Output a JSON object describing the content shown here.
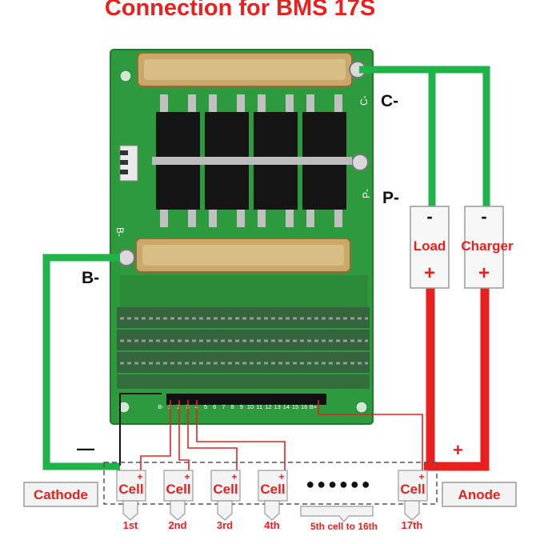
{
  "title": "Connection for BMS 17S",
  "terminals": {
    "c_minus": "C-",
    "p_minus": "P-",
    "b_minus": "B-"
  },
  "board_silkscreen": {
    "c": "C-",
    "p": "P-",
    "b": "B-"
  },
  "devices": {
    "load": {
      "label": "Load",
      "neg": "-",
      "pos": "+"
    },
    "charger": {
      "label": "Charger",
      "neg": "-",
      "pos": "+"
    }
  },
  "battery": {
    "cathode": "Cathode",
    "anode": "Anode",
    "minus_sign": "—",
    "plus_sign": "+",
    "dots": "●●●●●●",
    "cells": [
      {
        "label": "Cell",
        "plus": "+",
        "caption": "1st"
      },
      {
        "label": "Cell",
        "plus": "+",
        "caption": "2nd"
      },
      {
        "label": "Cell",
        "plus": "+",
        "caption": "3rd"
      },
      {
        "label": "Cell",
        "plus": "+",
        "caption": "4th"
      },
      {
        "label": "Cell",
        "plus": "+",
        "caption": "17th"
      }
    ],
    "middle_caption": "5th cell to 16th"
  },
  "connector_pins": [
    "B-",
    "1",
    "2",
    "3",
    "4",
    "5",
    "6",
    "7",
    "8",
    "9",
    "10",
    "11",
    "12",
    "13",
    "14",
    "15",
    "16",
    "B+"
  ],
  "colors": {
    "title": "#e8201e",
    "negative_wire": "#1fb34a",
    "positive_wire": "#e8201e",
    "board": "#2e9a3e",
    "bar": "#c9a96a"
  }
}
